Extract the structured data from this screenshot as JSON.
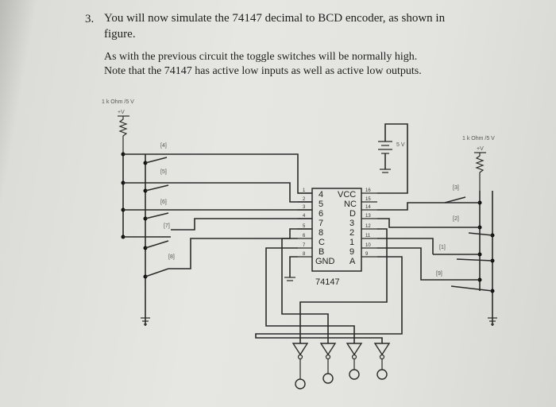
{
  "question": {
    "number": "3.",
    "line1": "You will now simulate the 74147 decimal to BCD encoder, as shown in",
    "line2": "figure.",
    "note1": "As with the previous circuit the toggle switches will be normally high.",
    "note2": "Note that the 74147  has active low inputs as well as active low outputs."
  },
  "schematic": {
    "left_resistor_label": "1 k Ohm /5 V",
    "right_resistor_label": "1 k Ohm /5 V",
    "supply_label": "+V",
    "battery_label": "5 V",
    "switch_labels_left": [
      "[4]",
      "[5]",
      "[6]",
      "[7]",
      "[8]"
    ],
    "switch_labels_right": [
      "[3]",
      "[2]",
      "[1]",
      "[9]"
    ],
    "chip": {
      "name": "74147",
      "left_pins": [
        "4",
        "5",
        "6",
        "7",
        "8",
        "C",
        "B",
        "GND"
      ],
      "right_pins": [
        "VCC",
        "NC",
        "D",
        "3",
        "2",
        "1",
        "9",
        "A"
      ],
      "left_pin_numbers": [
        "1",
        "2",
        "3",
        "4",
        "5",
        "6",
        "7",
        "8"
      ],
      "right_pin_numbers": [
        "16",
        "15",
        "14",
        "13",
        "12",
        "11",
        "10",
        "9"
      ]
    }
  }
}
